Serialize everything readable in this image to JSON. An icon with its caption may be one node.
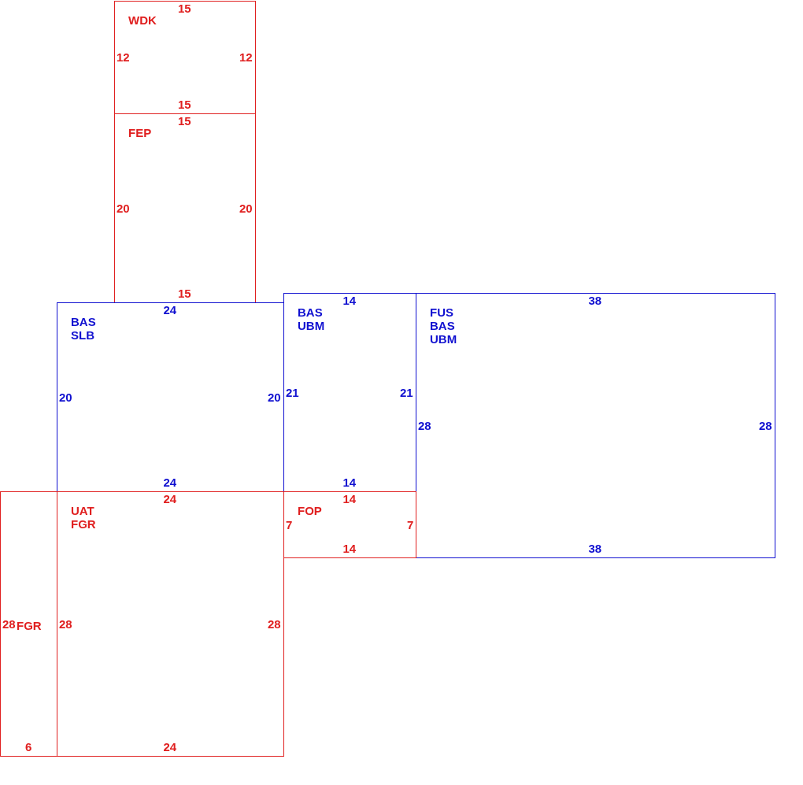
{
  "diagram": {
    "nodes": [
      {
        "text": [
          "15",
          "WDK",
          "12",
          "12",
          "15"
        ]
      },
      {
        "text": [
          "15",
          "FEP",
          "20",
          "20",
          "15"
        ]
      },
      {
        "text": [
          "24",
          "BAS",
          "SLB",
          "20",
          "20",
          "24"
        ]
      },
      {
        "text": [
          "14",
          "BAS",
          "UBM",
          "21",
          "21",
          "14"
        ]
      },
      {
        "text": [
          "38",
          "FUS",
          "BAS",
          "UBM",
          "28",
          "28",
          "38"
        ]
      },
      {
        "text": [
          "28",
          "FGR",
          "6"
        ]
      },
      {
        "text": [
          "24",
          "UAT",
          "FGR",
          "28",
          "28",
          "24"
        ]
      },
      {
        "text": [
          "14",
          "FOP",
          "7",
          "7",
          "14"
        ]
      }
    ]
  }
}
